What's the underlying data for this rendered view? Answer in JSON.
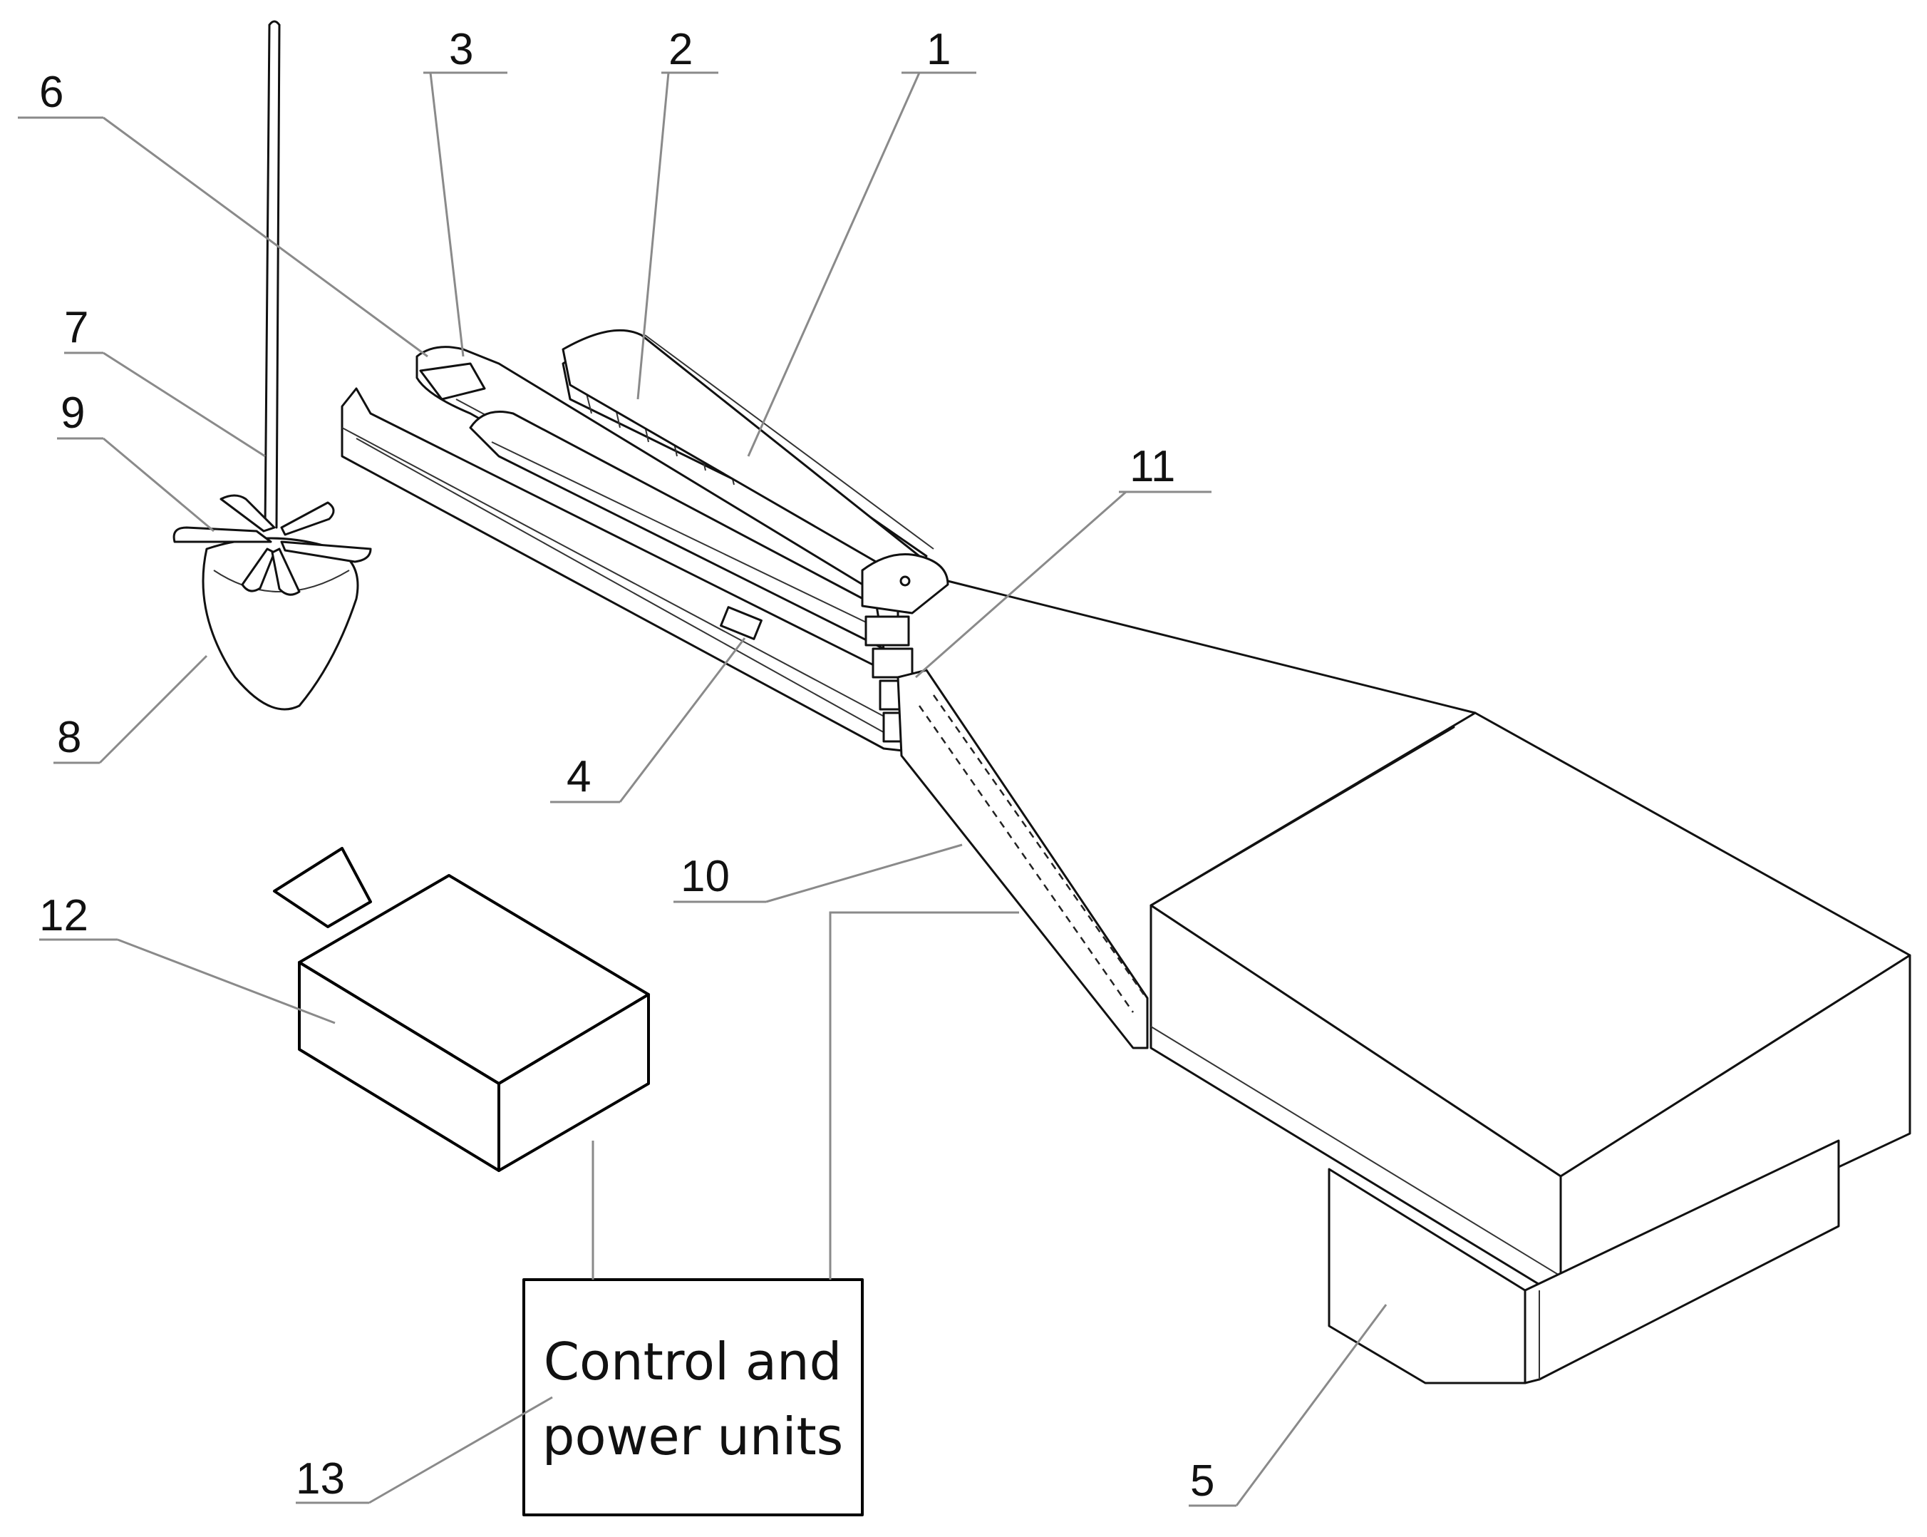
{
  "diagram": {
    "part_labels": {
      "p1": "1",
      "p2": "2",
      "p3": "3",
      "p4": "4",
      "p5": "5",
      "p6": "6",
      "p7": "7",
      "p8": "8",
      "p9": "9",
      "p10": "10",
      "p11": "11",
      "p12": "12",
      "p13": "13"
    },
    "control_box": {
      "line1": "Control and",
      "line2": "power units"
    }
  }
}
